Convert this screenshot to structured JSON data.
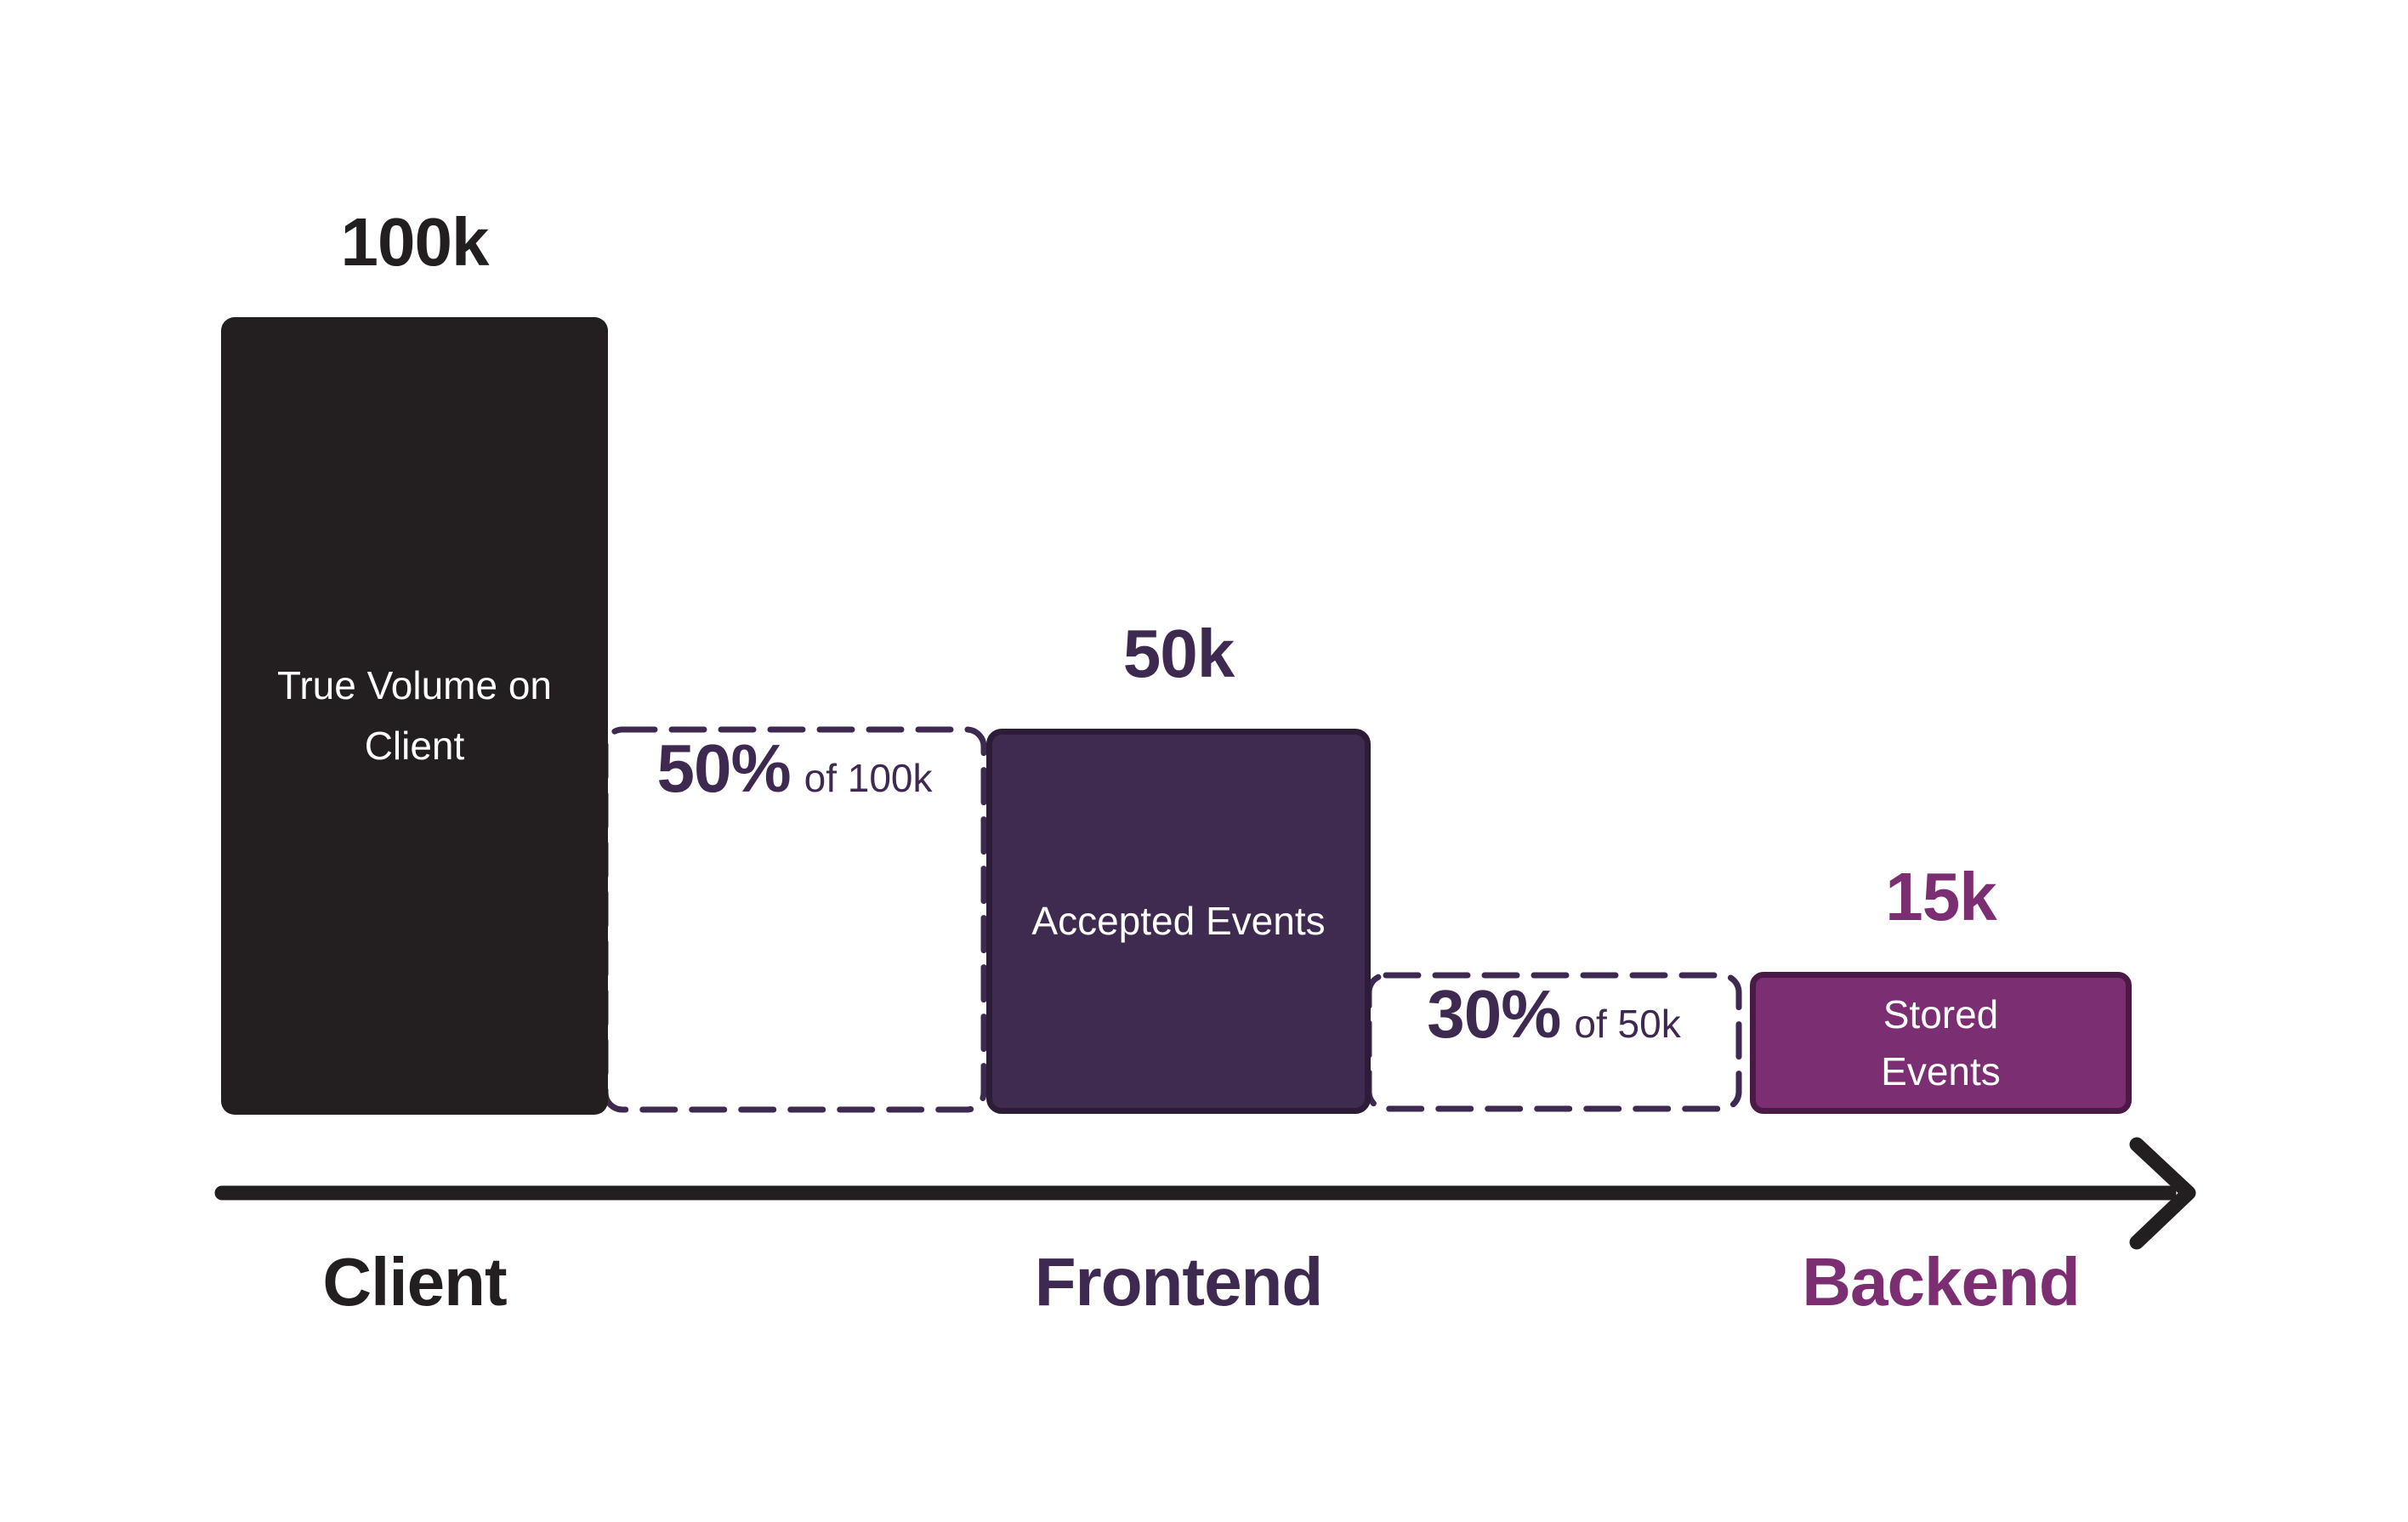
{
  "colors": {
    "background": "#FFFFFF",
    "ink": "#231F20",
    "dark_purple": "#3F2A50",
    "dark_purple_border": "#2D1C38",
    "dark_purple_text": "#3E2950",
    "magenta": "#7B2E72",
    "magenta_border": "#4A1945"
  },
  "chart_data": {
    "type": "bar",
    "title": "",
    "categories": [
      "Client",
      "Frontend",
      "Backend"
    ],
    "series": [
      {
        "name": "Events",
        "values": [
          100000,
          50000,
          15000
        ]
      }
    ],
    "grid": false,
    "legend_position": "none",
    "x_axis_style": "thick-right-arrow",
    "bars": [
      {
        "category": "Client",
        "value": 100000,
        "value_label": "100k",
        "inner_label": "True Volume on Client",
        "color": "#231F20"
      },
      {
        "category": "Frontend",
        "value": 50000,
        "value_label": "50k",
        "inner_label": "Accepted Events",
        "color": "#3F2A50"
      },
      {
        "category": "Backend",
        "value": 15000,
        "value_label": "15k",
        "inner_label": "Stored Events",
        "color": "#7B2E72"
      }
    ],
    "drop_annotations": [
      {
        "percent": "50%",
        "of": "of 100k",
        "between": [
          "Client",
          "Frontend"
        ]
      },
      {
        "percent": "30%",
        "of": "of 50k",
        "between": [
          "Frontend",
          "Backend"
        ]
      }
    ]
  }
}
